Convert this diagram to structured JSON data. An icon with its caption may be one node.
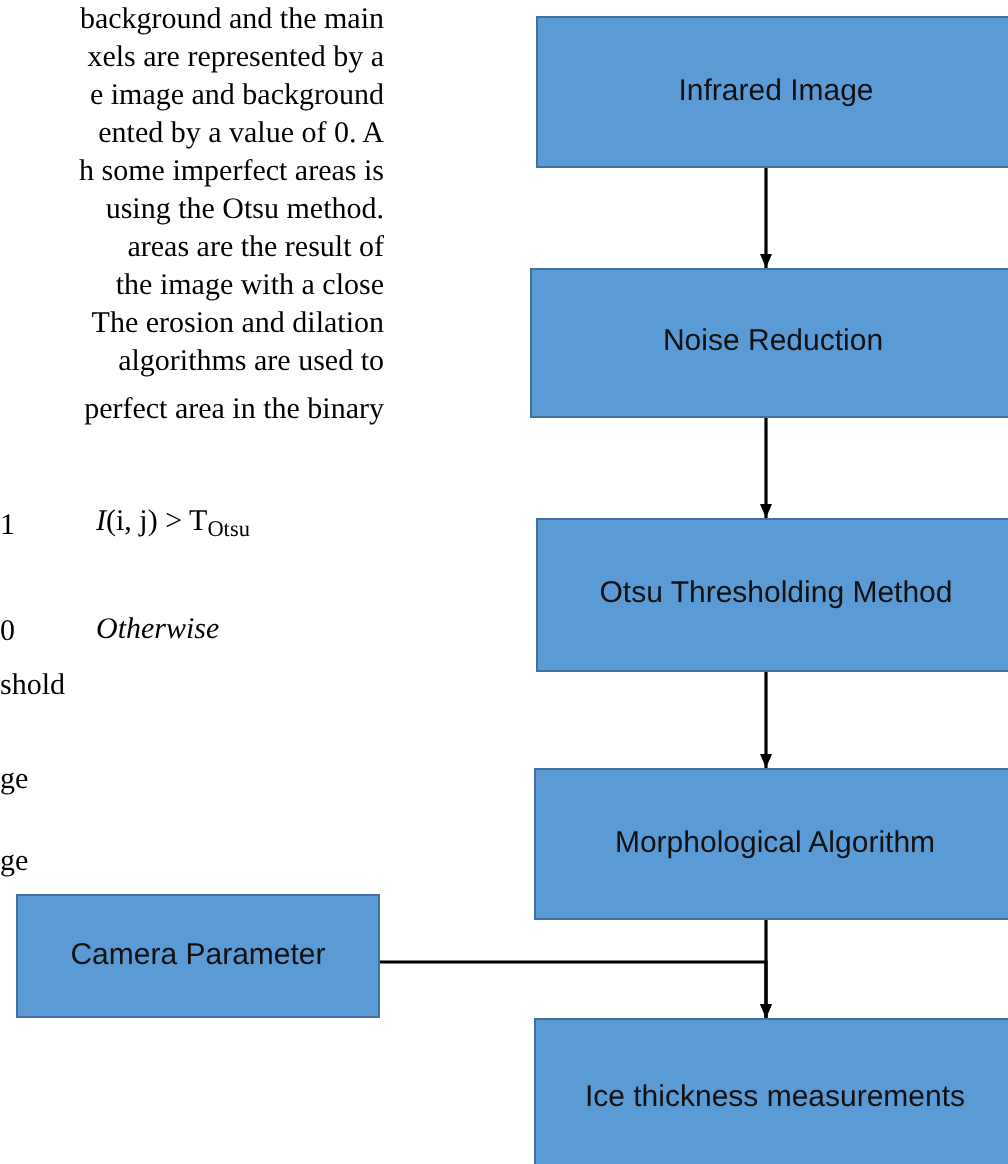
{
  "diagram": {
    "nodes": [
      {
        "text": [
          "Infrared Image"
        ]
      },
      {
        "text": [
          "Noise Reduction"
        ]
      },
      {
        "text": [
          "Otsu Thresholding Method"
        ]
      },
      {
        "text": [
          "Morphological Algorithm"
        ]
      },
      {
        "text": [
          "Camera Parameter"
        ]
      },
      {
        "text": [
          "Ice thickness measurements"
        ]
      }
    ],
    "edges": [
      {
        "from": 0,
        "to": 1,
        "arrow": "to"
      },
      {
        "from": 1,
        "to": 2,
        "arrow": "to"
      },
      {
        "from": 2,
        "to": 3,
        "arrow": "to"
      },
      {
        "from": 3,
        "to": 5,
        "arrow": "to"
      },
      {
        "from": 4,
        "to": 5,
        "arrow": "to"
      }
    ],
    "labels": [
      "background and the main",
      "xels are represented by a",
      "e image and background",
      "ented by a value of 0. A",
      "h some imperfect areas is",
      "using the Otsu method.",
      "areas are the result of",
      "the image with a close",
      "The erosion and dilation",
      "algorithms are used to",
      "perfect area in the binary",
      "1",
      "*I*(i, j) > T$_{Otsu}$",
      "0",
      "Otherwise",
      "shold",
      "ge",
      "ge"
    ]
  }
}
